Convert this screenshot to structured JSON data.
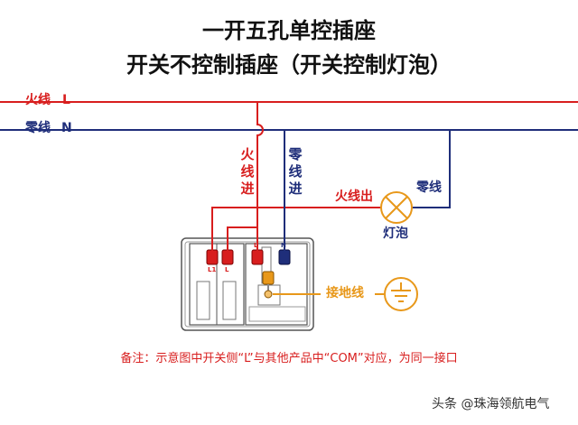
{
  "title": {
    "line1": "一开五孔单控插座",
    "line2": "开关不控制插座（开关控制灯泡）"
  },
  "lines": {
    "live_label": "火线",
    "live_letter": "L",
    "neutral_label": "零线",
    "neutral_letter": "N"
  },
  "labels": {
    "live_in": "火线进",
    "neutral_in": "零线进",
    "live_out": "火线出",
    "lamp_neutral": "零线",
    "lamp": "灯泡",
    "ground": "接地线"
  },
  "terminals": {
    "switch_l1": "L1",
    "switch_l": "L",
    "socket_l": "L",
    "socket_n": "N"
  },
  "note": "备注：示意图中开关侧“L”与其他产品中“COM”对应，为同一接口",
  "watermark": "头条 @珠海领航电气",
  "colors": {
    "live": "#d81e1e",
    "neutral": "#1f2e7a",
    "ground": "#e8981a",
    "title": "#111111"
  }
}
